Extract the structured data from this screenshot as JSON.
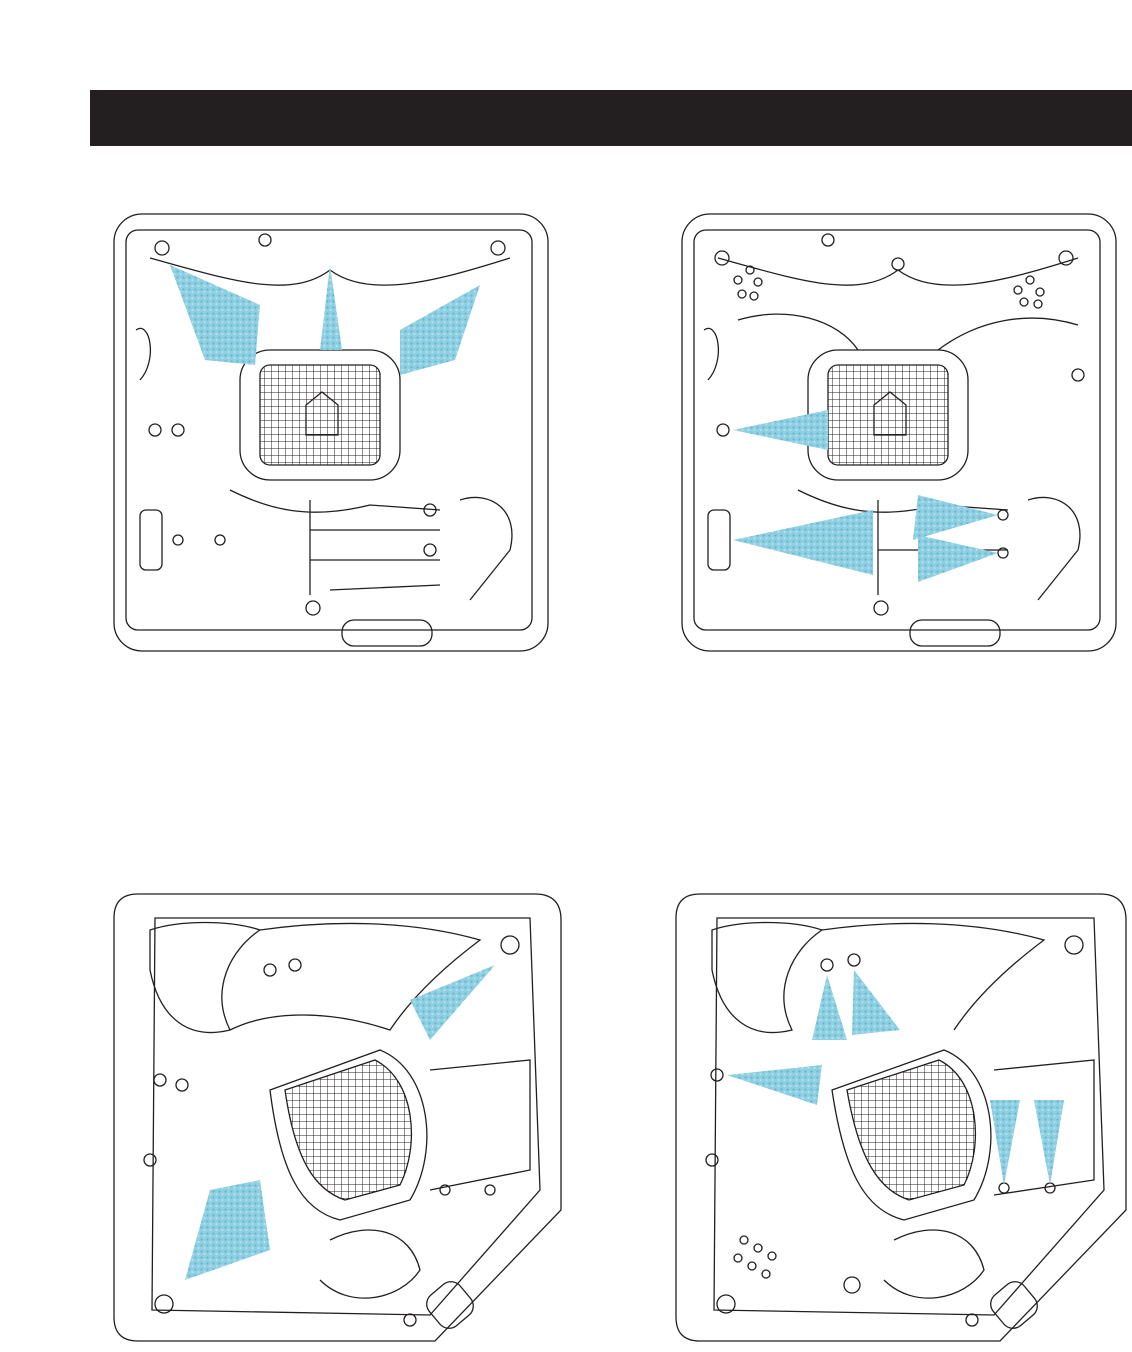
{
  "header": {
    "text": ""
  },
  "diagrams": [
    {
      "id": "d1",
      "shape": "square",
      "jets_highlighted": 3
    },
    {
      "id": "d2",
      "shape": "square",
      "jets_highlighted": 4
    },
    {
      "id": "d3",
      "shape": "corner",
      "jets_highlighted": 2
    },
    {
      "id": "d4",
      "shape": "corner",
      "jets_highlighted": 5
    }
  ],
  "colors": {
    "spray": "#7fc6dc",
    "line": "#231f20",
    "header": "#231f20"
  }
}
